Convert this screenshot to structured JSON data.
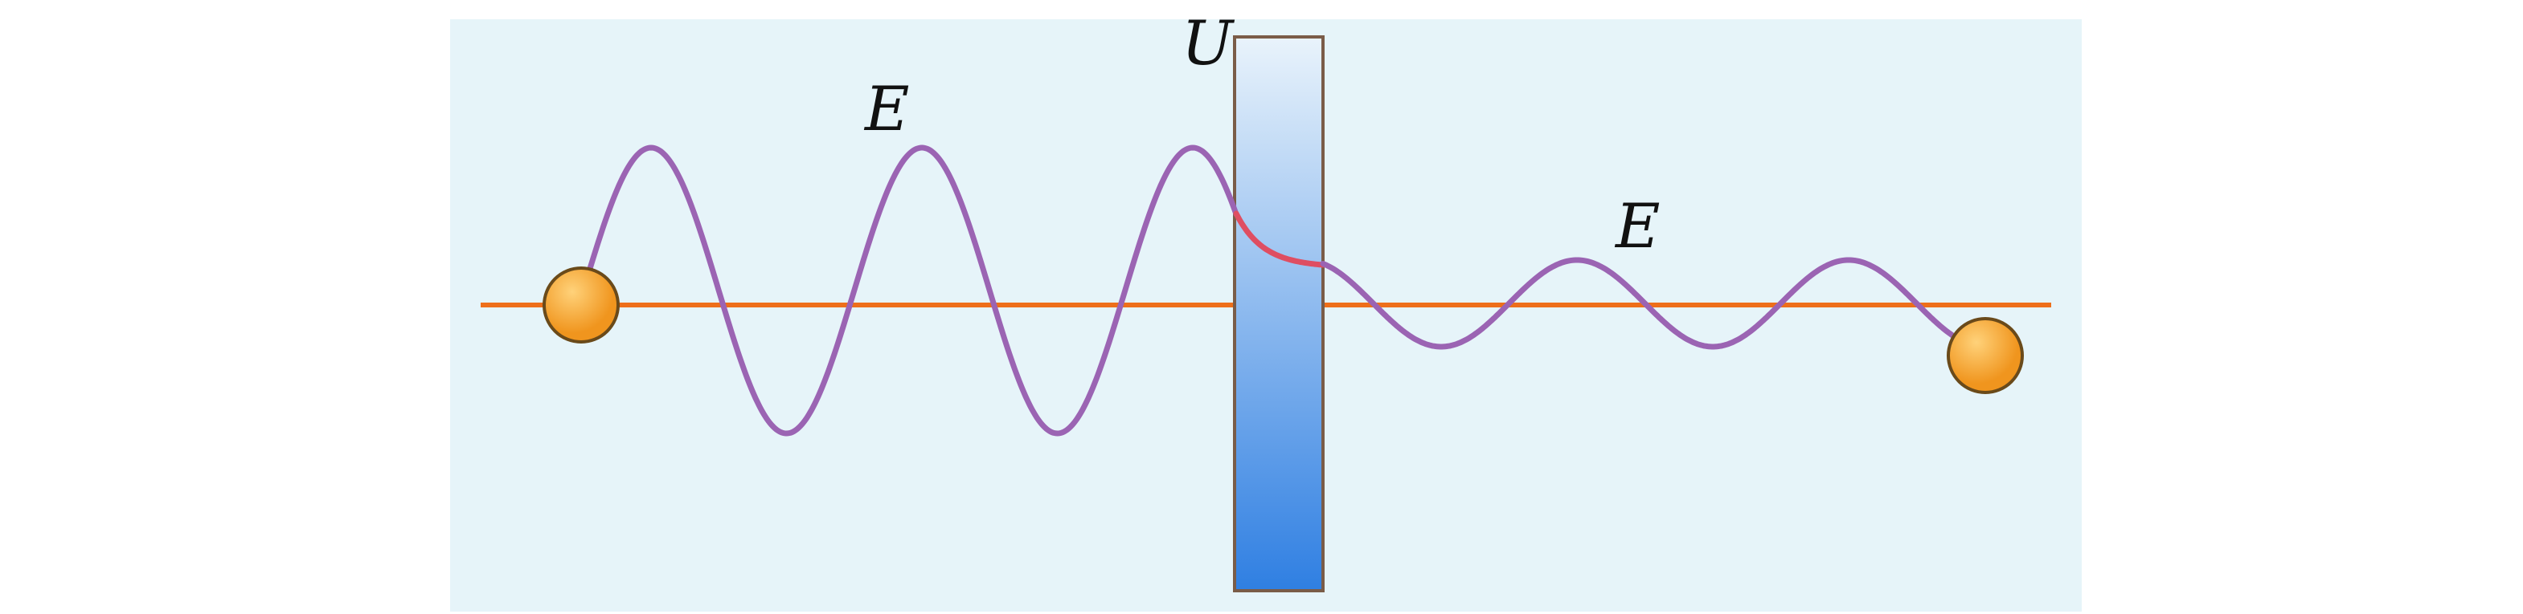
{
  "labels": {
    "energy_incident": "E",
    "energy_transmitted": "E",
    "barrier_height": "U"
  },
  "colors": {
    "panel_background": "#e6f4f9",
    "energy_line": "#ee6f1a",
    "wave": "#9b64b3",
    "wave_in_barrier": "#df4e62",
    "barrier_top": "#e9f3fb",
    "barrier_bottom": "#2f7fe2",
    "barrier_border": "#7a5c48",
    "particle_light": "#ffd27a",
    "particle_dark": "#f0951e",
    "particle_border": "#6a4a1a"
  },
  "icons": {
    "particle": "sphere"
  }
}
